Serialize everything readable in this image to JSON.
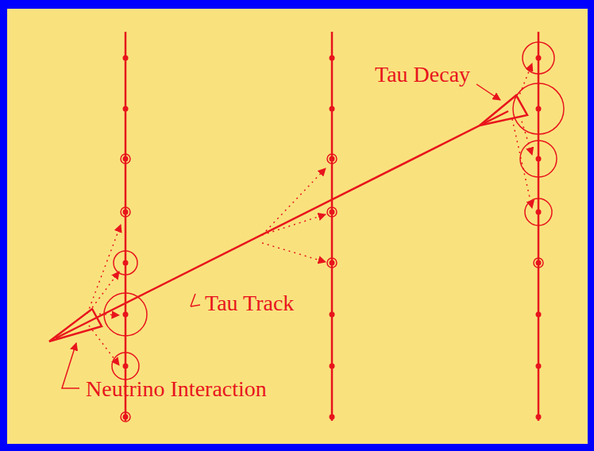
{
  "diagram": {
    "labels": [
      "Tau Decay",
      "Tau Track",
      "Neutrino Interaction"
    ]
  }
}
